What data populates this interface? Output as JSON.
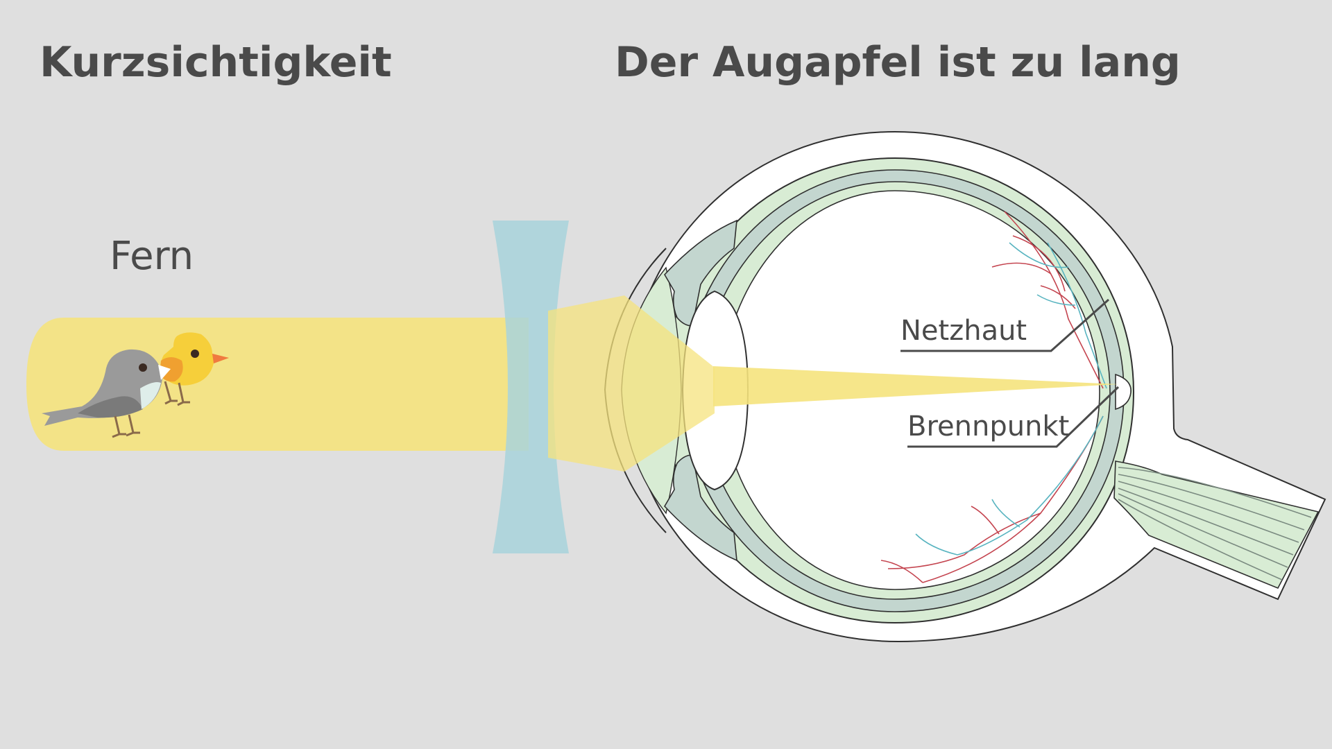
{
  "titles": {
    "left": "Kurzsichtigkeit",
    "right": "Der Augapfel ist zu lang"
  },
  "labels": {
    "far": "Fern",
    "retina": "Netzhaut",
    "focal_point": "Brennpunkt"
  },
  "colors": {
    "background": "#dfdfdf",
    "text": "#4a4a4a",
    "light_beam": "#f5e37d",
    "lens": "#a8d4dc",
    "eye_wall": "#c3d6cf",
    "eye_green": "#d8ecd4",
    "vessel_red": "#c4444f",
    "vessel_blue": "#58b4c0",
    "bird_gray": "#9a9a9a",
    "bird_yellow": "#f6cf3a",
    "bird_orange": "#f0a030"
  }
}
